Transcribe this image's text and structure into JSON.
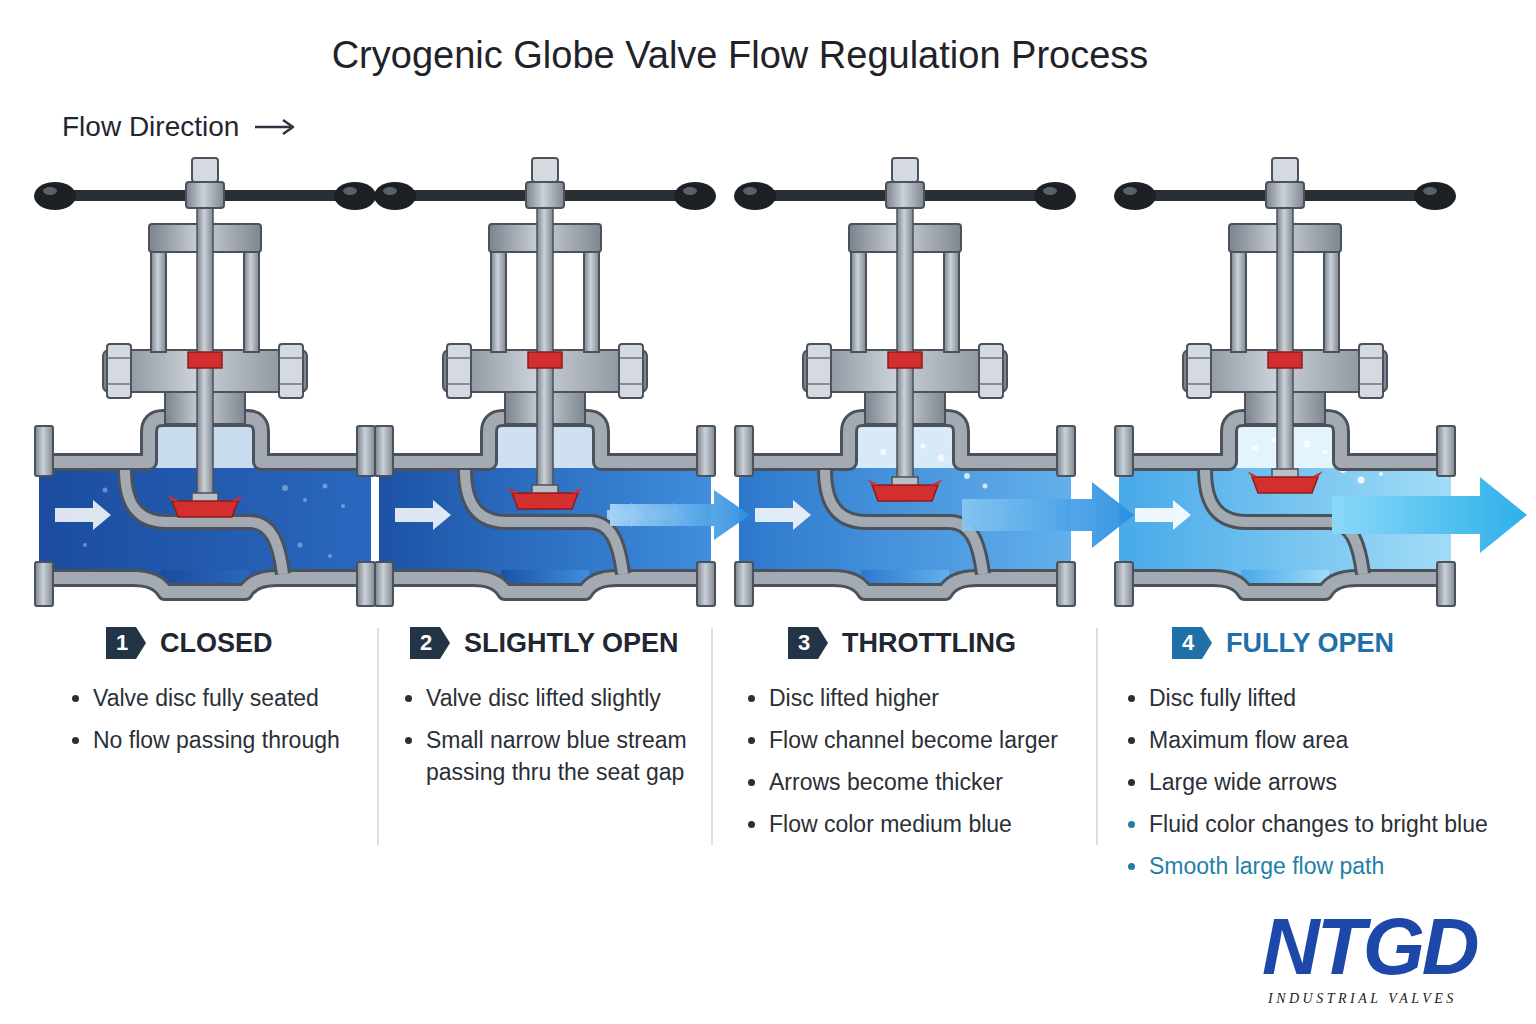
{
  "diagram": {
    "title": "Cryogenic Globe Valve Flow Regulation Process",
    "nodes": [
      {
        "text": [
          "1",
          "CLOSED"
        ]
      },
      {
        "text": [
          "2",
          "SLIGHTLY OPEN"
        ]
      },
      {
        "text": [
          "3",
          "THROTTLING"
        ]
      },
      {
        "text": [
          "4",
          "FULLY OPEN"
        ]
      }
    ],
    "labels": [
      "Flow Direction",
      "Valve disc fully seated",
      "No flow passing through",
      "Valve disc lifted slightly",
      "Small narrow blue stream passing thru the seat gap",
      "Disc lifted higher",
      "Flow channel become larger",
      "Arrows become thicker",
      "Flow color medium blue",
      "Disc fully lifted",
      "Maximum flow area",
      "Large wide arrows",
      "Fluid color changes to bright blue",
      "Smooth large flow path",
      "NTGD",
      "INDUSTRIAL VALVES"
    ]
  }
}
